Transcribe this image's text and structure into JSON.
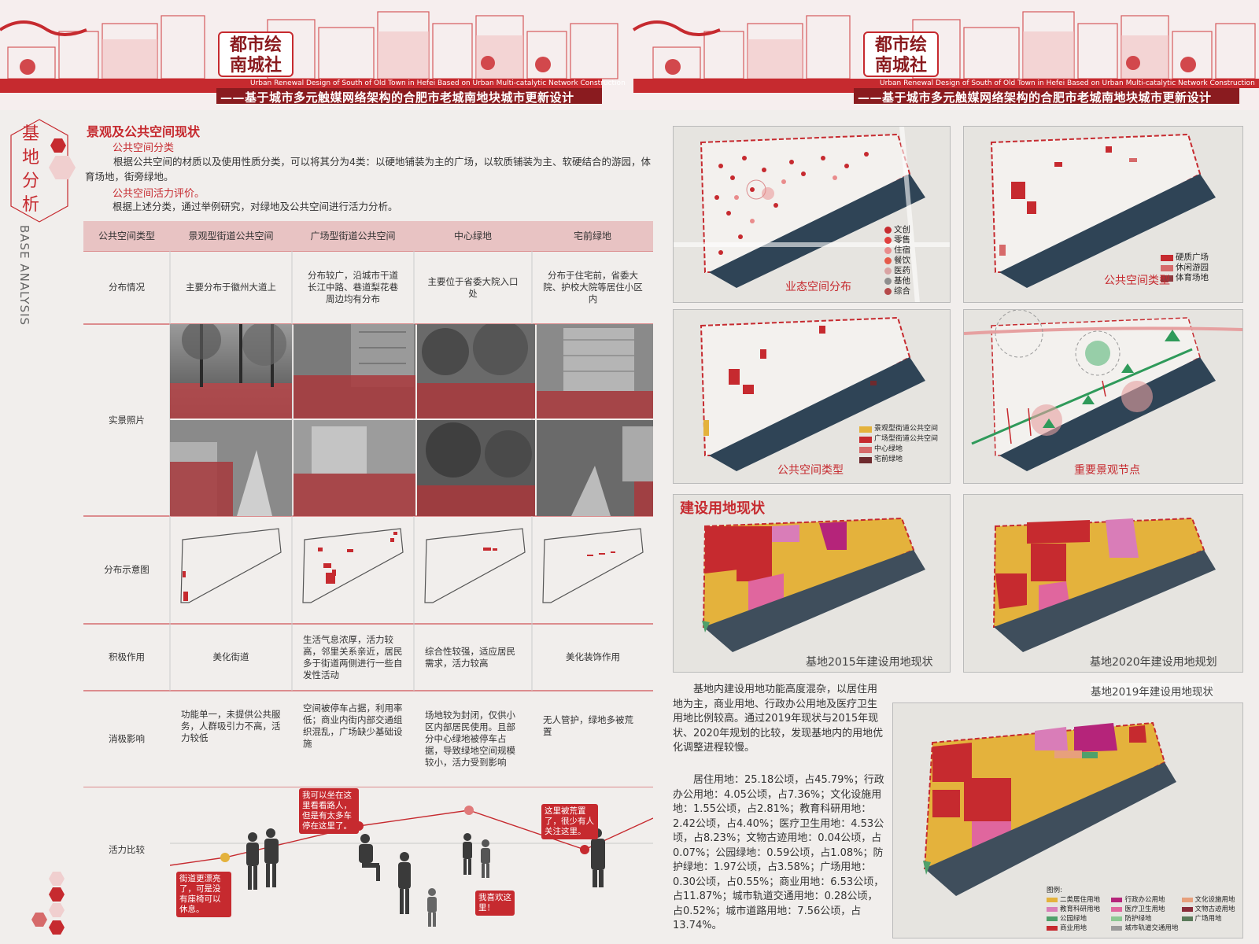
{
  "banner": {
    "logo_line1": "都市绘",
    "logo_line2": "南城社",
    "subtitle_en": "Urban Renewal Design of South of Old Town in Hefei Based on Urban Multi-catalytic Network Construction",
    "subtitle_cn": "——基于城市多元触媒网络架构的合肥市老城南地块城市更新设计"
  },
  "side": {
    "title_chars": [
      "基",
      "地",
      "分",
      "析"
    ],
    "title_en": "BASE ANALYSIS"
  },
  "intro": {
    "heading": "景观及公共空间现状",
    "sub1": "公共空间分类",
    "para1": "根据公共空间的材质以及使用性质分类，可以将其分为4类：以硬地铺装为主的广场，以软质铺装为主、软硬结合的游园，体育场地，街旁绿地。",
    "sub2": "公共空间活力评价。",
    "para2": "根据上述分类，通过举例研究，对绿地及公共空间进行活力分析。"
  },
  "table": {
    "headers": [
      "公共空间类型",
      "景观型街道公共空间",
      "广场型街道公共空间",
      "中心绿地",
      "宅前绿地"
    ],
    "rows": [
      {
        "label": "分布情况",
        "cells": [
          "主要分布于徽州大道上",
          "分布较广，沿城市干道长江中路、巷道梨花巷周边均有分布",
          "主要位于省委大院入口处",
          "分布于住宅前，省委大院、护校大院等居住小区内"
        ]
      },
      {
        "label": "实景照片",
        "cells": [
          "",
          "",
          "",
          ""
        ]
      },
      {
        "label": "分布示意图",
        "cells": [
          "",
          "",
          "",
          ""
        ]
      },
      {
        "label": "积极作用",
        "cells": [
          "美化街道",
          "生活气息浓厚，活力较高，邻里关系亲近，居民多于街道两侧进行一些自发性活动",
          "综合性较强，适应居民需求，活力较高",
          "美化装饰作用"
        ]
      },
      {
        "label": "消极影响",
        "cells": [
          "功能单一，未提供公共服务，人群吸引力不高，活力较低",
          "空间被停车占据，利用率低；商业内街内部交通组织混乱，广场缺少基础设施",
          "场地较为封闭，仅供小区内部居民使用。且部分中心绿地被停车占据，导致绿地空间规模较小，活力受到影响",
          "无人管护，绿地多被荒置"
        ]
      },
      {
        "label": "活力比较",
        "cells": [
          "",
          "",
          "",
          ""
        ]
      }
    ],
    "bubbles": [
      "街道更漂亮了，可是没有座椅可以休息。",
      "我可以坐在这里看看路人，但是有太多车停在这里了。",
      "我喜欢这里！",
      "这里被荒置了，很少有人关注这里。"
    ]
  },
  "vitality_chart": {
    "type": "line",
    "categories": [
      "景观型街道公共空间",
      "广场型街道公共空间",
      "中心绿地",
      "宅前绿地"
    ],
    "values": [
      1,
      3,
      4,
      1.5
    ]
  },
  "maps": {
    "m1": {
      "label": "业态空间分布",
      "legend": [
        {
          "name": "文创",
          "color": "#c62a2f"
        },
        {
          "name": "零售",
          "color": "#e0403f"
        },
        {
          "name": "住宿",
          "color": "#e98c8c"
        },
        {
          "name": "餐饮",
          "color": "#e55a4a"
        },
        {
          "name": "医药",
          "color": "#d9a3a3"
        },
        {
          "name": "基他",
          "color": "#8e8e8e"
        },
        {
          "name": "综合",
          "color": "#b5494a"
        }
      ]
    },
    "m2": {
      "label": "公共空间类型",
      "legend": [
        {
          "name": "硬质广场",
          "color": "#c62a2f"
        },
        {
          "name": "休闲游园",
          "color": "#d66a6a"
        },
        {
          "name": "体育场地",
          "color": "#8d3a3f"
        }
      ]
    },
    "m3": {
      "label": "公共空间类型",
      "legend": [
        {
          "name": "景观型街道公共空间",
          "color": "#e4b23c"
        },
        {
          "name": "广场型街道公共空间",
          "color": "#c62a2f"
        },
        {
          "name": "中心绿地",
          "color": "#d66a6a"
        },
        {
          "name": "宅前绿地",
          "color": "#6e2a2e"
        }
      ]
    },
    "m4": {
      "label": "重要景观节点"
    },
    "land_title": "建设用地现状",
    "m5": {
      "label": "基地2015年建设用地现状"
    },
    "m6": {
      "label": "基地2020年建设用地规划"
    },
    "m7": {
      "label": "基地2019年建设用地现状",
      "legend_title": "图例:",
      "legend": [
        {
          "name": "二类居住用地",
          "color": "#e4b23c"
        },
        {
          "name": "行政办公用地",
          "color": "#b5247a"
        },
        {
          "name": "文化设施用地",
          "color": "#e7a07c"
        },
        {
          "name": "教育科研用地",
          "color": "#d97db8"
        },
        {
          "name": "医疗卫生用地",
          "color": "#e0669e"
        },
        {
          "name": "文物古迹用地",
          "color": "#8a2d3a"
        },
        {
          "name": "公园绿地",
          "color": "#4fa06b"
        },
        {
          "name": "防护绿地",
          "color": "#8cc792"
        },
        {
          "name": "广场用地",
          "color": "#5a7a5a"
        },
        {
          "name": "商业用地",
          "color": "#c62a2f"
        },
        {
          "name": "城市轨道交通用地",
          "color": "#9a9a9a"
        }
      ]
    }
  },
  "land_text": {
    "p1": "基地内建设用地功能高度混杂，以居住用地为主，商业用地、行政办公用地及医疗卫生用地比例较高。通过2019年现状与2015年现状、2020年规划的比较，发现基地内的用地优化调整进程较慢。",
    "p2": "居住用地：25.18公顷，占45.79%；行政办公用地：4.05公顷，占7.36%；文化设施用地：1.55公顷，占2.81%；教育科研用地：2.42公顷，占4.40%；医疗卫生用地：4.53公顷，占8.23%；文物古迹用地：0.04公顷，占0.07%；公园绿地：0.59公顷，占1.08%；防护绿地：1.97公顷，占3.58%；广场用地：0.30公顷，占0.55%；商业用地：6.53公顷，占11.87%；城市轨道交通用地：0.28公顷，占0.52%；城市道路用地：7.56公顷，占13.74%。"
  }
}
